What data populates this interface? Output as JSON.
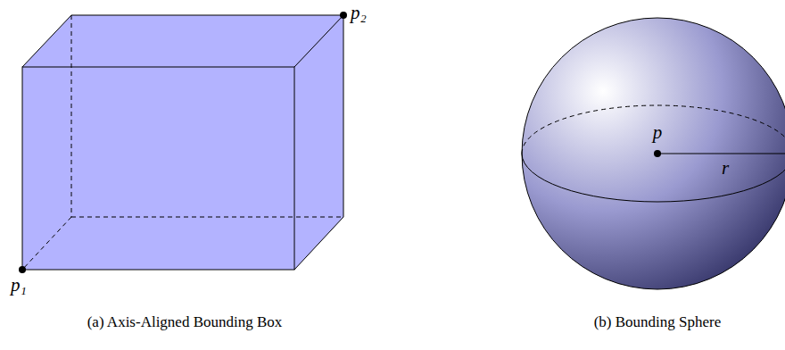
{
  "diagram": {
    "labels": [
      "p₁",
      "p₂",
      "p",
      "r",
      "(a) Axis-Aligned Bounding Box",
      "(b) Bounding Sphere"
    ]
  }
}
